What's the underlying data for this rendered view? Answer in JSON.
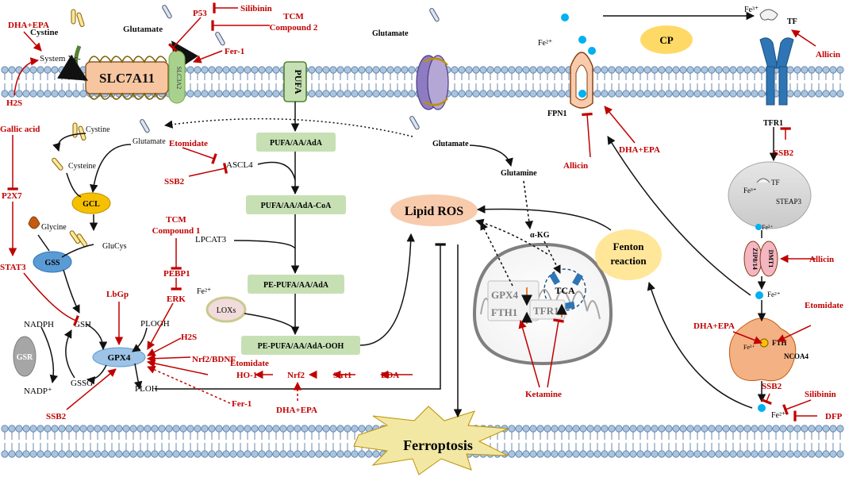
{
  "labels": {
    "slc7a11": "SLC7A11",
    "slc3a2": "SLC3A2",
    "system_xc": "System Xc-",
    "cystine": "Cystine",
    "glutamate": "Glutamate",
    "cystine2": "Cystine",
    "glutamate2": "Glutamate",
    "cysteine": "Cysteine",
    "gcl": "GCL",
    "glycine": "Glycine",
    "glucys": "GluCys",
    "gss": "GSS",
    "gsh": "GSH",
    "gssg": "GSSG",
    "nadph": "NADPH",
    "nadp": "NADP⁺",
    "gsr": "GSR",
    "gpx4": "GPX4",
    "plooh": "PLOOH",
    "ploh": "PLOH",
    "pufa_mem": "PUFA",
    "pufa1": "PUFA/AA/AdA",
    "pufa2": "PUFA/AA/AdA-CoA",
    "pufa3": "PE-PUFA/AA/AdA",
    "pufa4": "PE-PUFA/AA/AdA-OOH",
    "acsl4": "ASCL4",
    "lpcat3": "LPCAT3",
    "loxs": "LOXs",
    "fe2_lox": "Fe²⁺",
    "lipid_ros": "Lipid ROS",
    "ferroptosis": "Ferroptosis",
    "glutamate_top": "Glutamate",
    "glutamate_mid": "Glutamate",
    "glutamine": "Glutamine",
    "akg": "α-KG",
    "tca": "TCA",
    "gpx4_mito": "GPX4",
    "fth1_mito": "FTH1",
    "tfr1_mito": "TFR1",
    "fenton": "Fenton\nreaction",
    "fpn1": "FPN1",
    "fe2_fpn": "Fe²⁺",
    "cp": "CP",
    "fe3_top": "Fe³⁺",
    "tf": "TF",
    "tfr1": "TFR1",
    "fe3_endo": "Fe³⁺",
    "tf_endo": "TF",
    "steap3": "STEAP3",
    "fe2_endo": "Fe²⁺",
    "dmt1": "DMT1",
    "zip814": "ZIP8/14",
    "fe2_lip": "Fe²⁺",
    "fth": "FTH",
    "fe2_fth": "Fe²⁺",
    "ncoa4": "NCOA4",
    "fe2_bottom": "Fe²⁺"
  },
  "regulators": {
    "dha_epa_1": "DHA+EPA",
    "h2s_1": "H2S",
    "gallic": "Gallic acid",
    "p2x7": "P2X7",
    "stat3": "STAT3",
    "p53": "P53",
    "silibinin_1": "Silibinin",
    "tcm2": "TCM\nCompound 2",
    "fer1_1": "Fer-1",
    "etomidate_1": "Etomidate",
    "ssb2_1": "SSB2",
    "tcm1": "TCM\nCompound 1",
    "pebp1": "PEBP1",
    "erk": "ERK",
    "lbgp": "LbGp",
    "h2s_2": "H2S",
    "nrf2_bdnf": "Nrf2/BDNF",
    "etomidate_2": "Etomidate",
    "ho1": "HO-1",
    "nrf2": "Nrf2",
    "sirt1": "Sirt1",
    "eda": "EDA",
    "fer1_2": "Fer-1",
    "dha_epa_2": "DHA+EPA",
    "ssb2_2": "SSB2",
    "ketamine": "Ketamine",
    "allicin_1": "Allicin",
    "dha_epa_3": "DHA+EPA",
    "allicin_2": "Allicin",
    "ssb2_3": "SSB2",
    "allicin_3": "Allicin",
    "dha_epa_4": "DHA+EPA",
    "etomidate_3": "Etomidate",
    "ssb2_4": "SSB2",
    "silibinin_2": "Silibinin",
    "dfp": "DFP"
  },
  "colors": {
    "inhibitor_red": "#c00000",
    "membrane_head": "#aac4df",
    "membrane_stroke": "#5a7ea6",
    "slc7a11_fill": "#f7c6a0",
    "slc3a2_fill": "#a9d18e",
    "pufa_box": "#c6e0b4",
    "gpx4_fill": "#9dc3e6",
    "gcl_fill": "#f5c000",
    "gss_fill": "#5b9bd5",
    "lipid_ros_fill": "#f8cbad",
    "fenton_fill": "#ffe699",
    "cp_fill": "#ffd966",
    "tfr1_fill": "#2e75b6",
    "ferritin_fill": "#f4b183",
    "endosome_fill": "#d9d9d9"
  }
}
